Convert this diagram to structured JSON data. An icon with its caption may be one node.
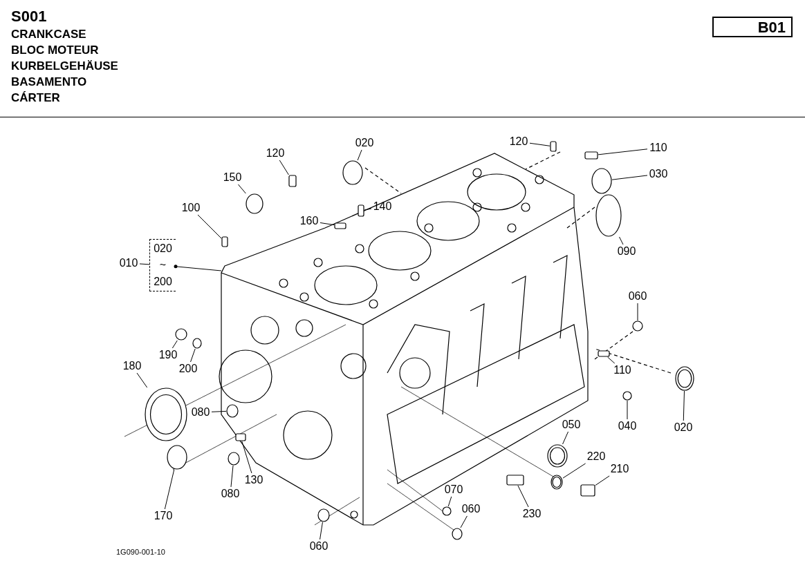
{
  "diagram": {
    "title": "S001",
    "nodes": [
      {
        "text": [
          "B01"
        ]
      },
      {
        "text": [
          "120"
        ]
      },
      {
        "text": [
          "020"
        ]
      },
      {
        "text": [
          "120"
        ]
      },
      {
        "text": [
          "110"
        ]
      },
      {
        "text": [
          "030"
        ]
      },
      {
        "text": [
          "150"
        ]
      },
      {
        "text": [
          "100"
        ]
      },
      {
        "text": [
          "140"
        ]
      },
      {
        "text": [
          "160"
        ]
      },
      {
        "text": [
          "090"
        ]
      },
      {
        "text": [
          "010"
        ]
      },
      {
        "text": [
          "020",
          "~",
          "200"
        ]
      },
      {
        "text": [
          "060"
        ]
      },
      {
        "text": [
          "190"
        ]
      },
      {
        "text": [
          "200"
        ]
      },
      {
        "text": [
          "180"
        ]
      },
      {
        "text": [
          "110"
        ]
      },
      {
        "text": [
          "080"
        ]
      },
      {
        "text": [
          "040"
        ]
      },
      {
        "text": [
          "050"
        ]
      },
      {
        "text": [
          "020"
        ]
      },
      {
        "text": [
          "220"
        ]
      },
      {
        "text": [
          "210"
        ]
      },
      {
        "text": [
          "130"
        ]
      },
      {
        "text": [
          "080"
        ]
      },
      {
        "text": [
          "070"
        ]
      },
      {
        "text": [
          "060"
        ]
      },
      {
        "text": [
          "230"
        ]
      },
      {
        "text": [
          "170"
        ]
      },
      {
        "text": [
          "060"
        ]
      },
      {
        "text": [],
        "shape": "box"
      },
      {
        "text": [],
        "shape": "circle"
      },
      {
        "text": [],
        "shape": "box"
      },
      {
        "text": [],
        "shape": "box"
      },
      {
        "text": [],
        "shape": "circle"
      },
      {
        "text": [],
        "shape": "circle"
      },
      {
        "text": [],
        "shape": "box"
      },
      {
        "text": [],
        "shape": "box"
      },
      {
        "text": [],
        "shape": "box"
      },
      {
        "text": [],
        "shape": "circle"
      },
      {
        "text": [],
        "shape": "circle"
      },
      {
        "text": [],
        "shape": "circle"
      },
      {
        "text": [],
        "shape": "circle"
      },
      {
        "text": [],
        "shape": "circle"
      },
      {
        "text": [],
        "shape": "box"
      },
      {
        "text": [],
        "shape": "circle"
      },
      {
        "text": [],
        "shape": "circle"
      },
      {
        "text": [],
        "shape": "circle"
      },
      {
        "text": [],
        "shape": "circle"
      },
      {
        "text": [],
        "shape": "circle"
      },
      {
        "text": [],
        "shape": "box"
      },
      {
        "text": [],
        "shape": "box"
      },
      {
        "text": [],
        "shape": "circle"
      },
      {
        "text": [],
        "shape": "circle"
      },
      {
        "text": [],
        "shape": "circle"
      },
      {
        "text": [],
        "shape": "box"
      },
      {
        "text": [],
        "shape": "circle"
      },
      {
        "text": [],
        "shape": "circle"
      }
    ],
    "edges": [
      {
        "from": 1,
        "to": 31,
        "arrow": "none"
      },
      {
        "from": 2,
        "to": 32,
        "arrow": "none"
      },
      {
        "from": 3,
        "to": 33,
        "arrow": "none"
      },
      {
        "from": 4,
        "to": 34,
        "arrow": "none"
      },
      {
        "from": 5,
        "to": 35,
        "arrow": "none"
      },
      {
        "from": 6,
        "to": 36,
        "arrow": "none"
      },
      {
        "from": 7,
        "to": 37,
        "arrow": "none"
      },
      {
        "from": 8,
        "to": 38,
        "arrow": "none"
      },
      {
        "from": 9,
        "to": 39,
        "arrow": "none"
      },
      {
        "from": 10,
        "to": 40,
        "arrow": "none"
      },
      {
        "from": 11,
        "to": 12,
        "arrow": "none"
      },
      {
        "from": 12,
        "to": null,
        "arrow": "other"
      },
      {
        "from": 13,
        "to": 41,
        "arrow": "none"
      },
      {
        "from": 14,
        "to": 42,
        "arrow": "none"
      },
      {
        "from": 15,
        "to": 43,
        "arrow": "none"
      },
      {
        "from": 16,
        "to": 44,
        "arrow": "none"
      },
      {
        "from": 17,
        "to": 45,
        "arrow": "none"
      },
      {
        "from": 18,
        "to": 46,
        "arrow": "none"
      },
      {
        "from": 19,
        "to": 47,
        "arrow": "none"
      },
      {
        "from": 20,
        "to": 48,
        "arrow": "none"
      },
      {
        "from": 21,
        "to": 49,
        "arrow": "none"
      },
      {
        "from": 22,
        "to": 50,
        "arrow": "none"
      },
      {
        "from": 23,
        "to": 51,
        "arrow": "none"
      },
      {
        "from": 24,
        "to": 52,
        "arrow": "none"
      },
      {
        "from": 25,
        "to": 53,
        "arrow": "none"
      },
      {
        "from": 26,
        "to": 54,
        "arrow": "none"
      },
      {
        "from": 27,
        "to": 55,
        "arrow": "none"
      },
      {
        "from": 28,
        "to": 56,
        "arrow": "none"
      },
      {
        "from": 29,
        "to": 57,
        "arrow": "none"
      },
      {
        "from": 30,
        "to": 58,
        "arrow": "none"
      }
    ],
    "labels": [
      "CRANKCASE",
      "BLOC MOTEUR",
      "KURBELGEHÄUSE",
      "BASAMENTO",
      "CÁRTER",
      "1G090-001-10"
    ]
  }
}
